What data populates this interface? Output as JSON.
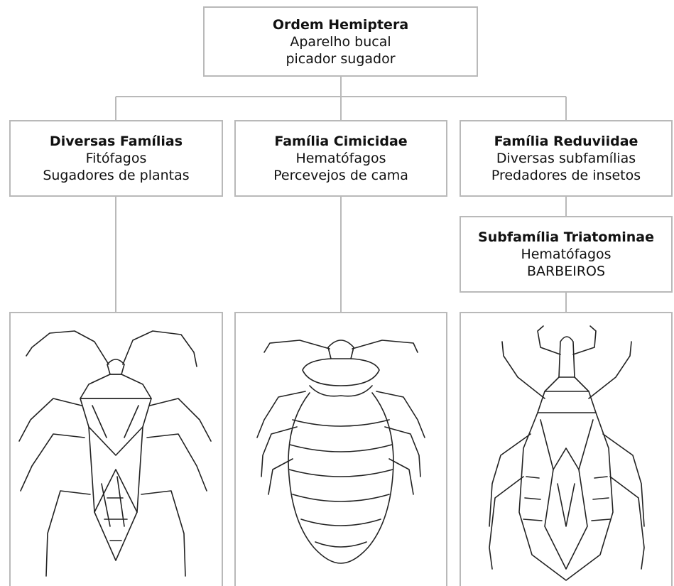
{
  "root": {
    "title": "Ordem Hemiptera",
    "line1": "Aparelho bucal",
    "line2": "picador sugador"
  },
  "branches": [
    {
      "title": "Diversas Famílias",
      "line1": "Fitófagos",
      "line2": "Sugadores de plantas"
    },
    {
      "title": "Família Cimicidae",
      "line1": "Hematófagos",
      "line2": "Percevejos de cama"
    },
    {
      "title": "Família Reduviidae",
      "line1": "Diversas subfamílias",
      "line2": "Predadores de insetos"
    }
  ],
  "subfamily": {
    "title": "Subfamília Triatominae",
    "line1": "Hematófagos",
    "line2": "BARBEIROS"
  },
  "illustrations": [
    "leaf-footed-bug-drawing",
    "bed-bug-drawing",
    "kissing-bug-drawing"
  ],
  "colors": {
    "lines": "#b9b9b9",
    "ink": "#222222"
  }
}
